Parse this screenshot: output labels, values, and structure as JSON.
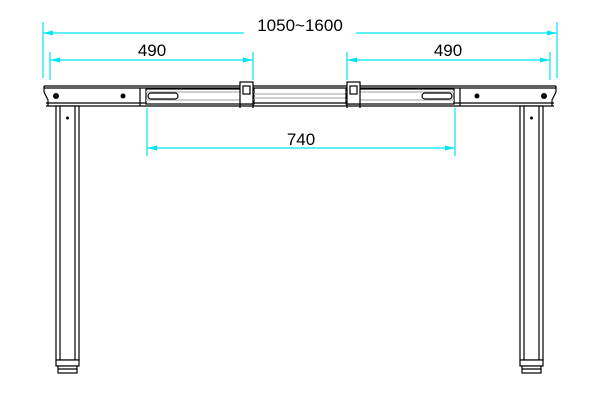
{
  "drawing": {
    "dimensions": {
      "overall": "1050~1600",
      "left_rail": "490",
      "right_rail": "490",
      "inner": "740"
    },
    "colors": {
      "dimension_line": "#00e5ee",
      "outline": "#000000",
      "rail_shade": "#bdbdbd",
      "background": "#ffffff"
    }
  }
}
